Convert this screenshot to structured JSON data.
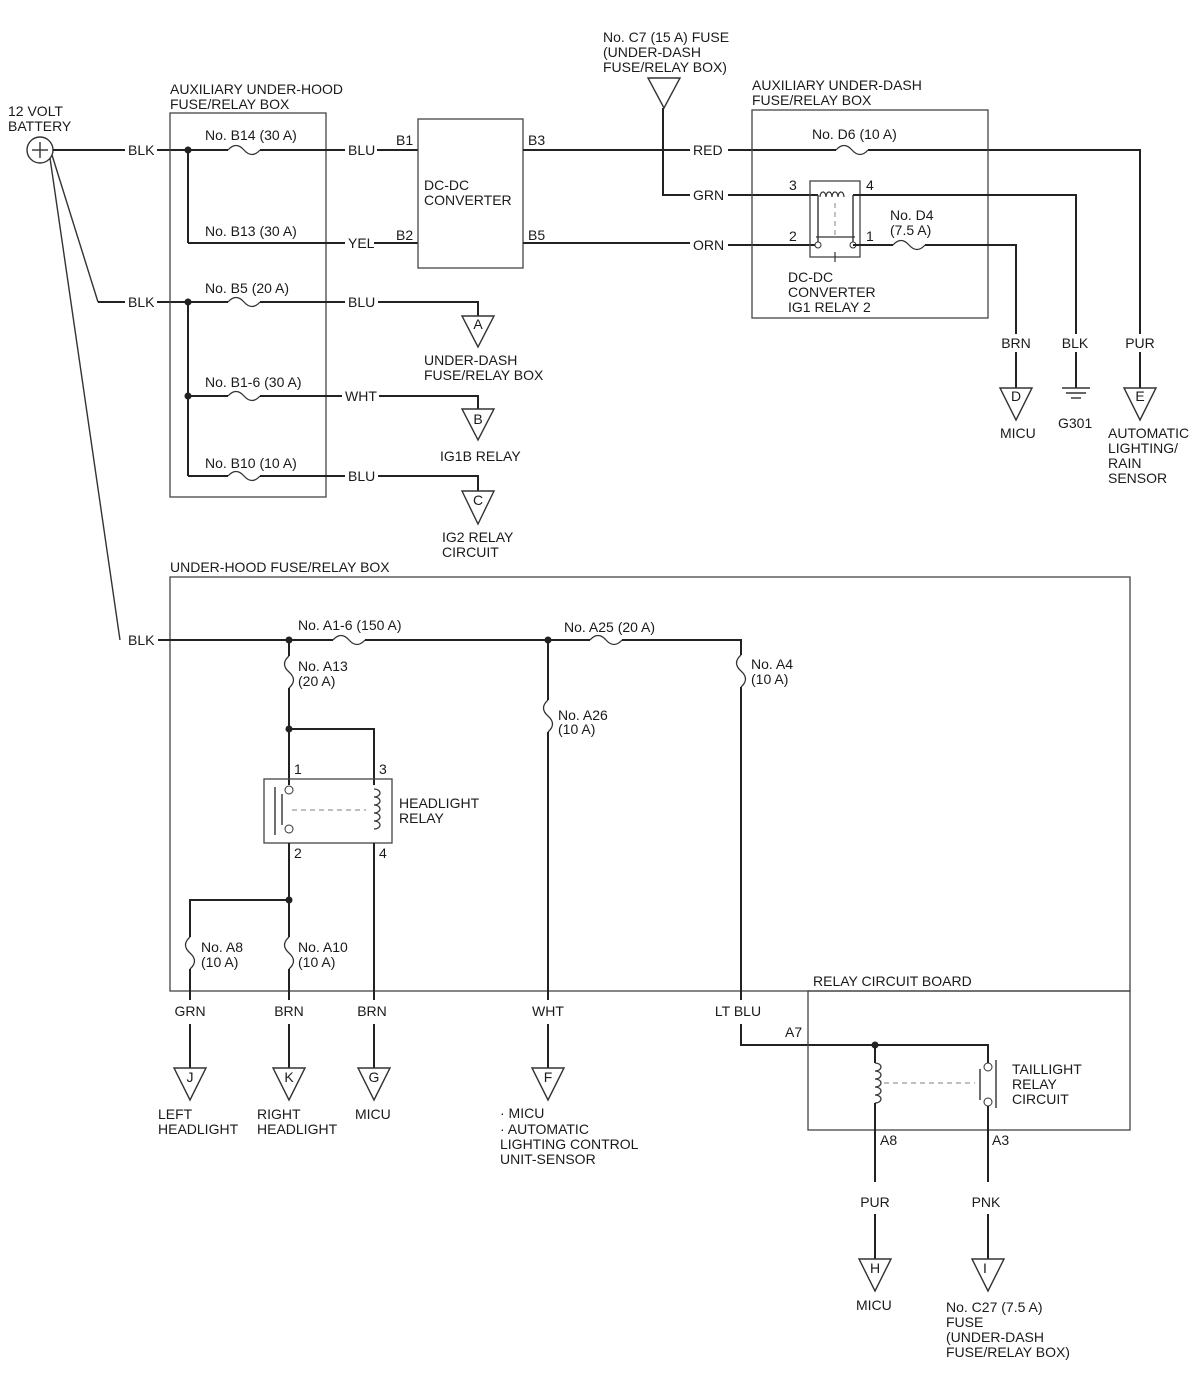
{
  "battery": {
    "label_line1": "12 VOLT",
    "label_line2": "BATTERY"
  },
  "aux_underhood": {
    "title_line1": "AUXILIARY UNDER-HOOD",
    "title_line2": "FUSE/RELAY BOX",
    "fuse_b14": "No. B14 (30 A)",
    "fuse_b13": "No. B13 (30 A)",
    "fuse_b5": "No. B5 (20 A)",
    "fuse_b1_6": "No. B1-6 (30 A)",
    "fuse_b10": "No. B10 (10 A)"
  },
  "converter": {
    "line1": "DC-DC",
    "line2": "CONVERTER",
    "pin_b1": "B1",
    "pin_b2": "B2",
    "pin_b3": "B3",
    "pin_b5": "B5"
  },
  "fuse_c7": {
    "line1": "No. C7 (15 A) FUSE",
    "line2": "(UNDER-DASH",
    "line3": "FUSE/RELAY BOX)"
  },
  "aux_underdash": {
    "title_line1": "AUXILIARY UNDER-DASH",
    "title_line2": "FUSE/RELAY BOX",
    "fuse_d6": "No. D6 (10 A)",
    "fuse_d4_line1": "No. D4",
    "fuse_d4_line2": "(7.5 A)",
    "relay_line1": "DC-DC",
    "relay_line2": "CONVERTER",
    "relay_line3": "IG1 RELAY 2",
    "pin1": "1",
    "pin2": "2",
    "pin3": "3",
    "pin4": "4"
  },
  "wires": {
    "blk": "BLK",
    "blu": "BLU",
    "yel": "YEL",
    "wht": "WHT",
    "red": "RED",
    "grn": "GRN",
    "orn": "ORN",
    "brn": "BRN",
    "pur": "PUR",
    "lt_blu": "LT BLU",
    "pnk": "PNK"
  },
  "connectors": {
    "a": {
      "letter": "A",
      "line1": "UNDER-DASH",
      "line2": "FUSE/RELAY BOX"
    },
    "b": {
      "letter": "B",
      "line1": "IG1B RELAY"
    },
    "c": {
      "letter": "C",
      "line1": "IG2 RELAY",
      "line2": "CIRCUIT"
    },
    "d": {
      "letter": "D",
      "line1": "MICU"
    },
    "e": {
      "letter": "E",
      "line1": "AUTOMATIC",
      "line2": "LIGHTING/",
      "line3": "RAIN",
      "line4": "SENSOR"
    },
    "f": {
      "letter": "F",
      "line1": "· MICU",
      "line2": "· AUTOMATIC",
      "line3": "LIGHTING CONTROL",
      "line4": "UNIT-SENSOR"
    },
    "g": {
      "letter": "G",
      "line1": "MICU"
    },
    "h": {
      "letter": "H",
      "line1": "MICU"
    },
    "i": {
      "letter": "I",
      "line1": "No. C27 (7.5 A)",
      "line2": "FUSE",
      "line3": "(UNDER-DASH",
      "line4": "FUSE/RELAY BOX)"
    },
    "j": {
      "letter": "J",
      "line1": "LEFT",
      "line2": "HEADLIGHT"
    },
    "k": {
      "letter": "K",
      "line1": "RIGHT",
      "line2": "HEADLIGHT"
    }
  },
  "ground": {
    "label": "G301"
  },
  "underhood": {
    "title": "UNDER-HOOD FUSE/RELAY BOX",
    "fuse_a1_6": "No. A1-6 (150 A)",
    "fuse_a25": "No. A25 (20 A)",
    "fuse_a13_line1": "No. A13",
    "fuse_a13_line2": "(20 A)",
    "fuse_a26_line1": "No. A26",
    "fuse_a26_line2": "(10 A)",
    "fuse_a4_line1": "No. A4",
    "fuse_a4_line2": "(10 A)",
    "fuse_a8_line1": "No. A8",
    "fuse_a8_line2": "(10 A)",
    "fuse_a10_line1": "No. A10",
    "fuse_a10_line2": "(10 A)",
    "headlight_relay_line1": "HEADLIGHT",
    "headlight_relay_line2": "RELAY",
    "pin1": "1",
    "pin2": "2",
    "pin3": "3",
    "pin4": "4"
  },
  "relay_board": {
    "title": "RELAY CIRCUIT BOARD",
    "relay_line1": "TAILLIGHT",
    "relay_line2": "RELAY",
    "relay_line3": "CIRCUIT",
    "pin_a7": "A7",
    "pin_a8": "A8",
    "pin_a3": "A3"
  }
}
